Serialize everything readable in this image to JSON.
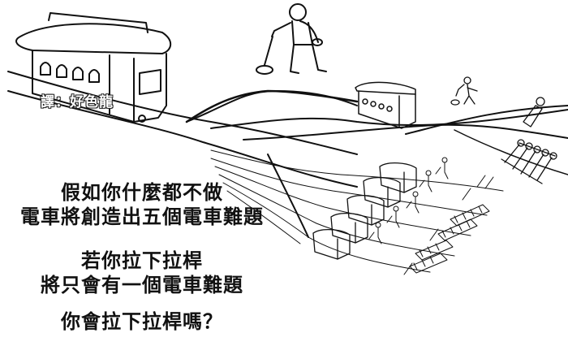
{
  "meme": {
    "credit": "譯：好色龍",
    "caption_blocks": [
      {
        "lines": [
          "假如你什麼都不做",
          "電車將創造出五個電車難題"
        ]
      },
      {
        "lines": [
          "若你拉下拉桿",
          "將只會有一個電車難題"
        ]
      },
      {
        "lines": [
          "你會拉下拉桿嗎？"
        ]
      }
    ]
  },
  "illustration": {
    "description": "Hand-drawn trolley problem: a trolley heads toward a fork; a man holds a lever. One branch leads to a single trolley problem, the other to five trolley problems.",
    "colors": {
      "ink": "#111111",
      "background": "#ffffff",
      "credit_text": "#ffffff"
    }
  }
}
